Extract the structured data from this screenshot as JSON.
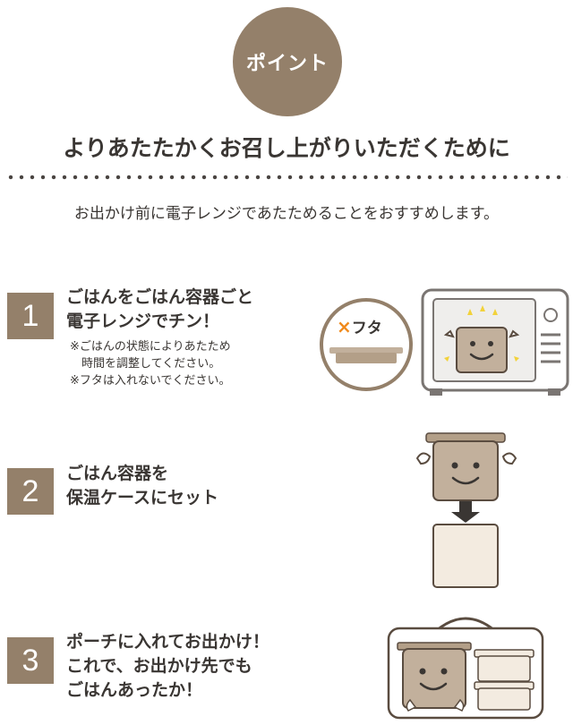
{
  "badge": "ポイント",
  "headline": "よりあたたかくお召し上がりいただくために",
  "intro": "お出かけ前に電子レンジであたためることをおすすめします。",
  "steps": [
    {
      "number": "1",
      "lines": [
        "ごはんをごはん容器ごと",
        "電子レンジでチン！"
      ],
      "notes": [
        "※ごはんの状態によりあたため",
        "　時間を調整してください。",
        "※フタは入れないでください。"
      ]
    },
    {
      "number": "2",
      "lines": [
        "ごはん容器を",
        "保温ケースにセット"
      ]
    },
    {
      "number": "3",
      "lines": [
        "ポーチに入れてお出かけ！",
        "これで、お出かけ先でも",
        "ごはんあったか！"
      ]
    }
  ],
  "illustration": {
    "lid_mark": "×",
    "lid_label": "フタ"
  },
  "colors": {
    "brand": "#94806a",
    "mark": "#f08a1c",
    "container": "#c2b09c",
    "case": "#f3ebe0",
    "star": "#f2d23a"
  }
}
